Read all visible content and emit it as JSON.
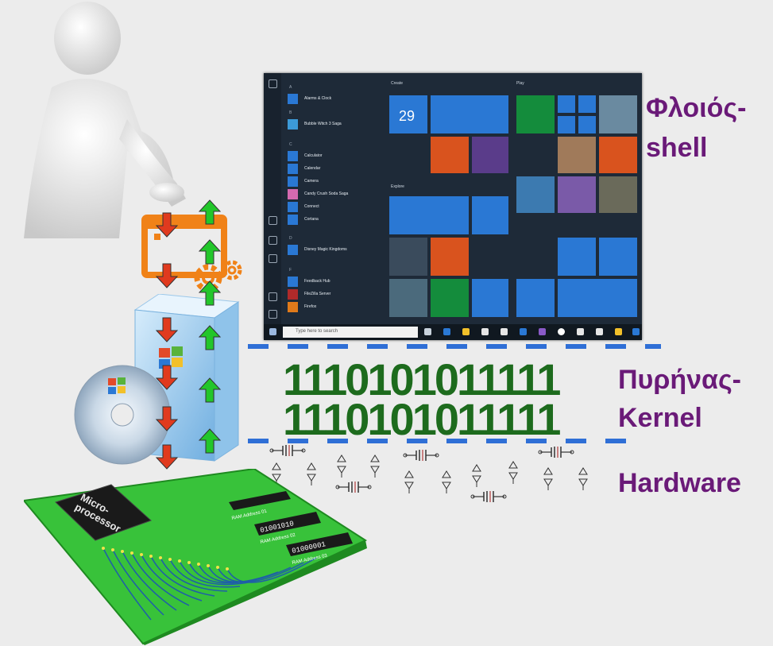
{
  "labels": {
    "shell_greek": "Φλοιός-",
    "shell_en": "shell",
    "kernel_greek": "Πυρήνας-",
    "kernel_en": "Kernel",
    "hardware": "Hardware"
  },
  "binary_lines": [
    "1110101011111",
    "1110101011111"
  ],
  "start_menu": {
    "group_create": "Create",
    "group_play": "Play",
    "group_explore": "Explore",
    "calendar_day": "29",
    "search_placeholder": "Type here to search",
    "apps": [
      {
        "letter": "A",
        "name": "Alarms & Clock"
      },
      {
        "letter": "B",
        "name": "Bubble Witch 3 Saga"
      },
      {
        "letter": "C",
        "name": "Calculator"
      },
      {
        "letter": "",
        "name": "Calendar"
      },
      {
        "letter": "",
        "name": "Camera"
      },
      {
        "letter": "",
        "name": "Candy Crush Soda Saga"
      },
      {
        "letter": "",
        "name": "Connect"
      },
      {
        "letter": "",
        "name": "Cortana"
      },
      {
        "letter": "D",
        "name": "Disney Magic Kingdoms"
      },
      {
        "letter": "F",
        "name": "Feedback Hub"
      },
      {
        "letter": "",
        "name": "FileZilla Server"
      },
      {
        "letter": "",
        "name": "Firefox"
      }
    ]
  },
  "chip_text": [
    "Micro-",
    "processor"
  ],
  "ram_values": [
    "01001010",
    "01000001"
  ],
  "ram_labels": [
    "RAM Address 01",
    "RAM Address 02",
    "RAM Address 03"
  ],
  "colors": {
    "label": "#6a1a78",
    "binary": "#1d6b1d",
    "dash": "#2f6fd6",
    "arrow_down": "#e03a1e",
    "arrow_up": "#22c62a",
    "board": "#38c23a",
    "tile_blue": "#2a78d4",
    "tile_orange": "#d9531e",
    "tile_green": "#148c3c"
  }
}
